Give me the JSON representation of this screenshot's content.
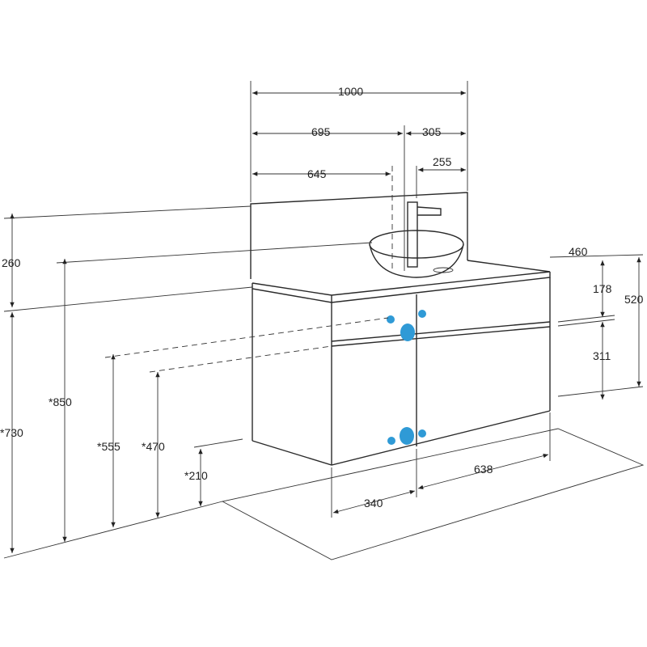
{
  "dimensions": {
    "total_width": "1000",
    "left_width": "695",
    "right_width": "305",
    "faucet_offset": "645",
    "basin_offset": "255",
    "backsplash_height": "260",
    "depth": "460",
    "top_drawer_height": "178",
    "cabinet_height": "520",
    "bottom_drawer_height": "311",
    "height_850": "*850",
    "height_730": "*730",
    "height_555": "*555",
    "height_470": "*470",
    "height_210": "*210",
    "width_638": "638",
    "width_340": "340"
  },
  "colors": {
    "accent": "#2f9ad6",
    "line": "#2a2a2a"
  }
}
